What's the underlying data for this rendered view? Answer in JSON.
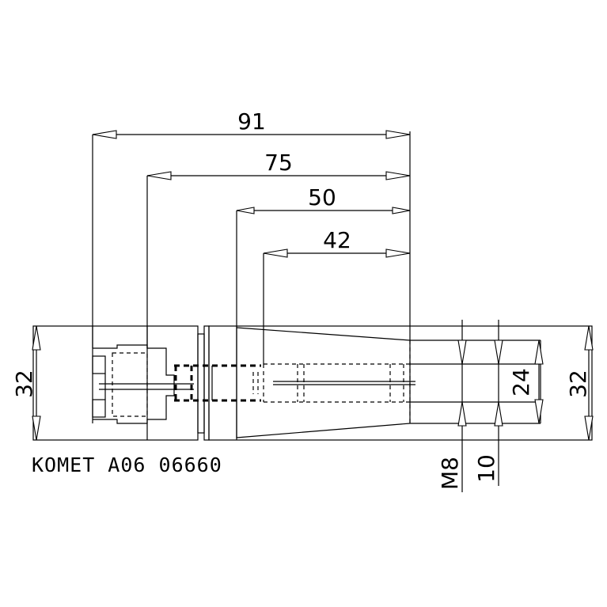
{
  "drawing": {
    "part_label": "KOMET A06 06660",
    "dimensions": {
      "length_91": "91",
      "length_75": "75",
      "length_50": "50",
      "length_42": "42",
      "height_left": "32",
      "height_right": "32",
      "diameter_24": "24",
      "thread": "M8",
      "depth_10": "10"
    }
  }
}
